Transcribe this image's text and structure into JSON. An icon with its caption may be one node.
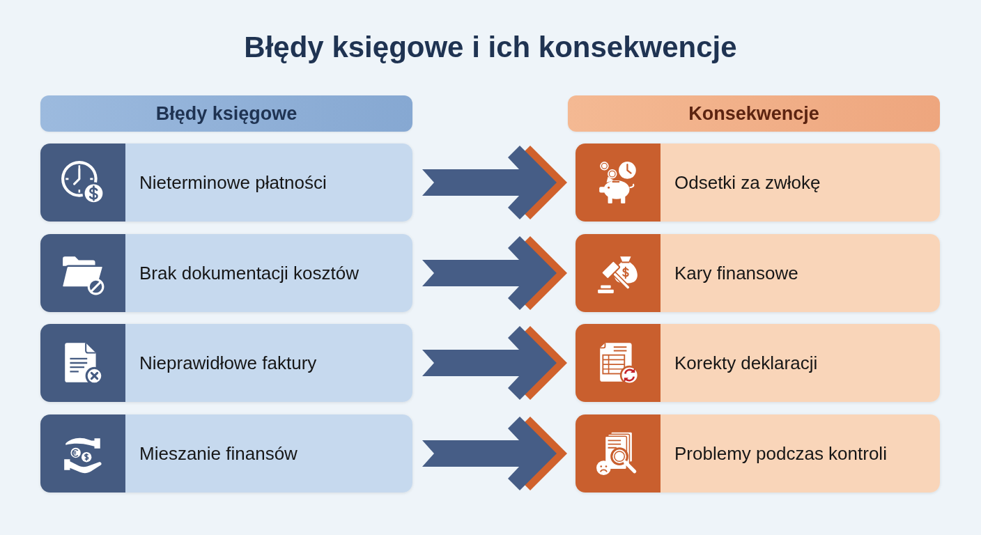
{
  "diagram": {
    "title": "Błędy księgowe i ich konsekwencje",
    "nodes": [
      {
        "text": [
          "Błędy księgowe"
        ]
      },
      {
        "text": [
          "Nieterminowe płatności"
        ]
      },
      {
        "text": [
          "Brak dokumentacji kosztów"
        ]
      },
      {
        "text": [
          "Nieprawidłowe faktury"
        ]
      },
      {
        "text": [
          "Mieszanie finansów"
        ]
      },
      {
        "text": [
          "Konsekwencje"
        ]
      },
      {
        "text": [
          "Odsetki za zwłokę"
        ]
      },
      {
        "text": [
          "Kary finansowe"
        ]
      },
      {
        "text": [
          "Korekty deklaracji"
        ]
      },
      {
        "text": [
          "Problemy podczas kontroli"
        ]
      }
    ],
    "edges": [
      {
        "from": 1,
        "to": 6,
        "arrow": "to"
      },
      {
        "from": 2,
        "to": 7,
        "arrow": "to"
      },
      {
        "from": 3,
        "to": 8,
        "arrow": "to"
      },
      {
        "from": 4,
        "to": 9,
        "arrow": "to"
      }
    ]
  }
}
